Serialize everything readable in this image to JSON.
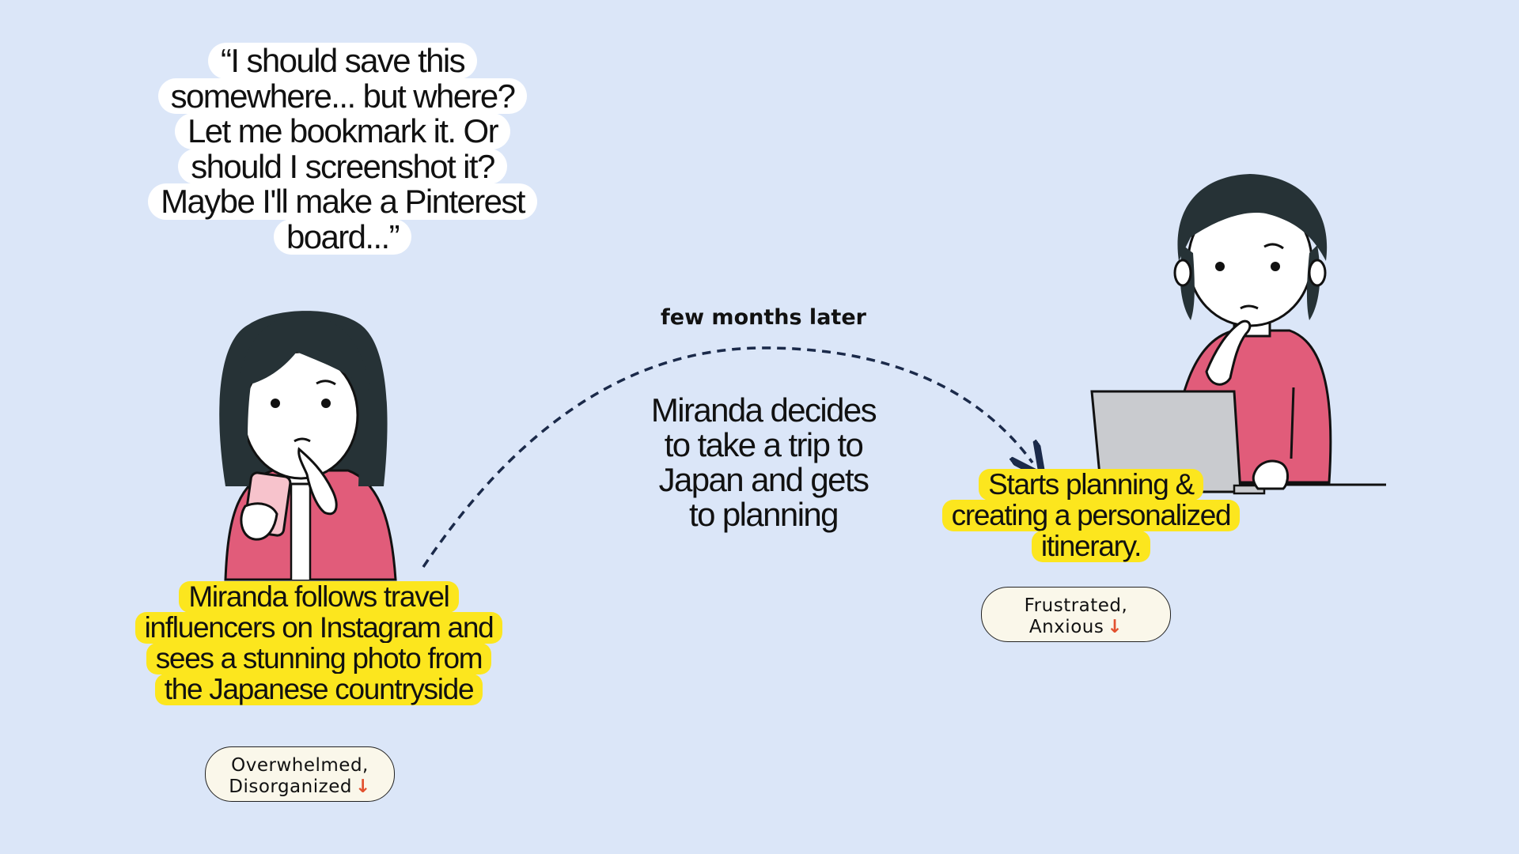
{
  "speech_bubble": {
    "lines": [
      "“I should save this",
      "somewhere... but where?",
      "Let me bookmark it. Or",
      "should I screenshot it?",
      "Maybe I'll make a Pinterest",
      "board...”"
    ]
  },
  "left_caption": {
    "lines": [
      "Miranda follows travel",
      "influencers on Instagram and",
      "sees a stunning photo from",
      "the Japanese countryside"
    ]
  },
  "left_emotion": {
    "lines": [
      "Overwhelmed,",
      "Disorganized"
    ],
    "arrow": "↓"
  },
  "transition": {
    "time_label": "few months later",
    "lines": [
      "Miranda decides",
      "to take a trip to",
      "Japan and gets",
      "to planning"
    ]
  },
  "right_caption": {
    "lines": [
      "Starts planning &",
      "creating a personalized",
      "itinerary."
    ]
  },
  "right_emotion": {
    "lines": [
      "Frustrated,",
      "Anxious"
    ],
    "arrow": "↓"
  },
  "colors": {
    "background": "#dbe6f8",
    "highlight": "#fce61e",
    "shirt": "#e15c7a",
    "hair": "#263236",
    "arrow_path": "#1b2a4a",
    "emotion_arrow": "#e2512f"
  }
}
